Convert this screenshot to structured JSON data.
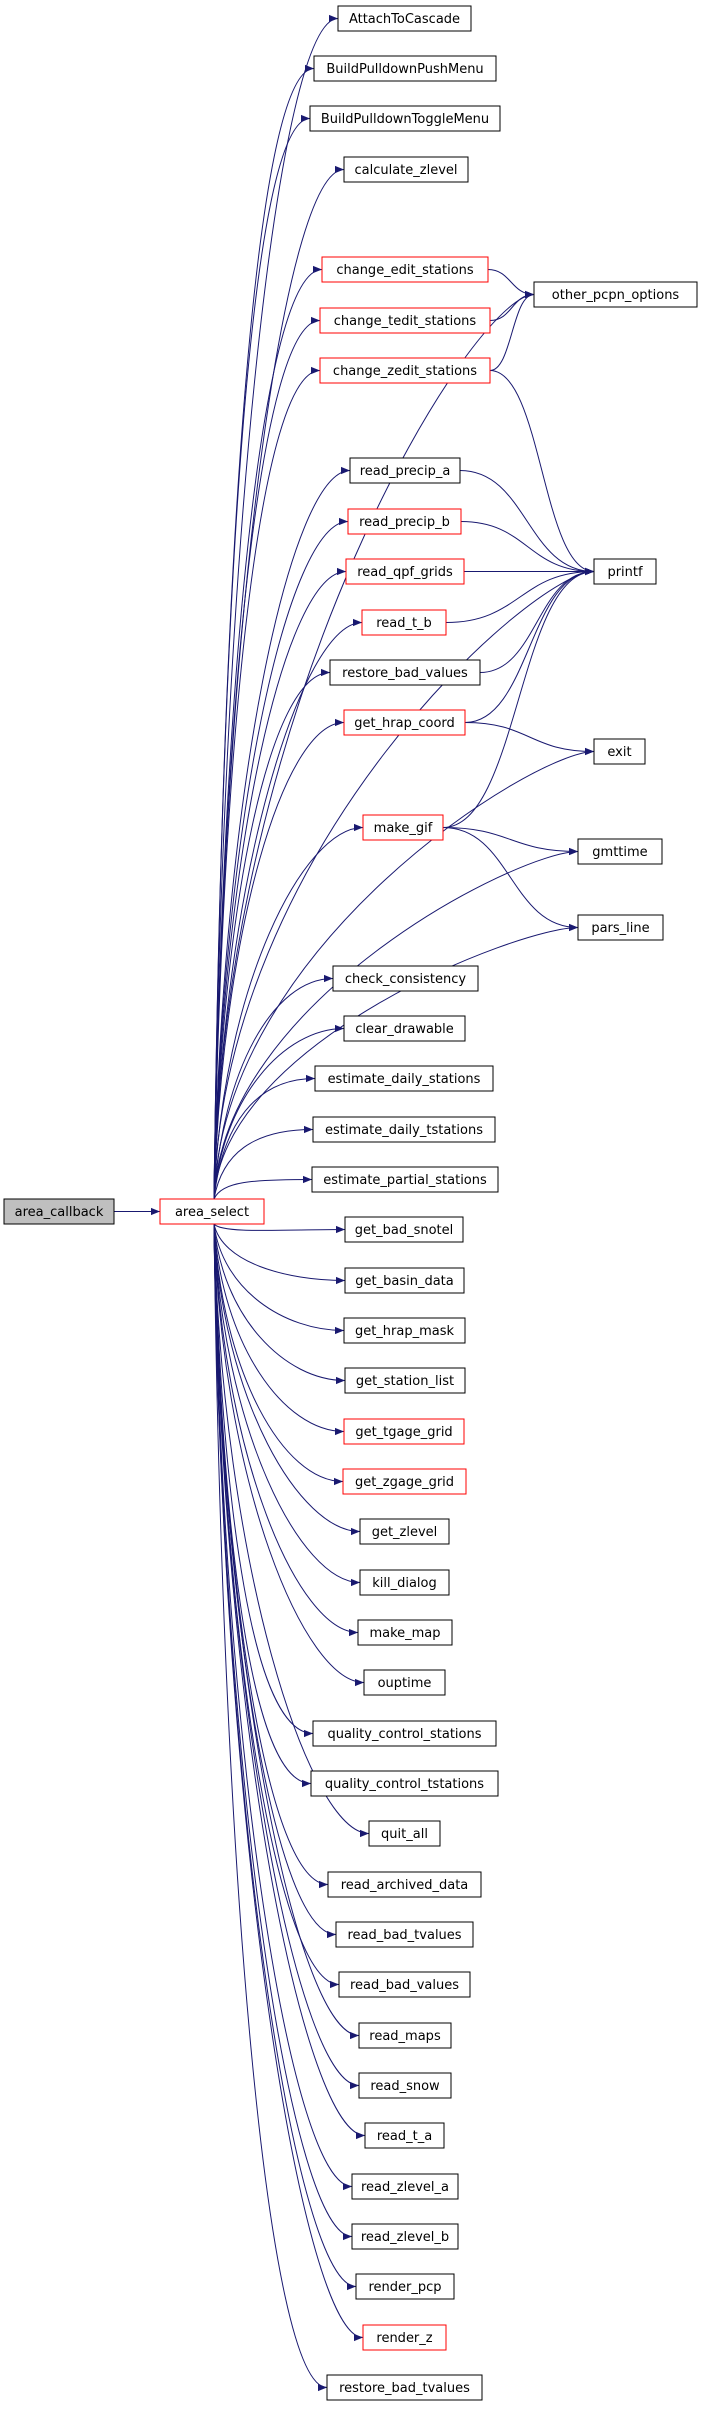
{
  "graph": {
    "colors": {
      "edge": "#191970",
      "node_border": "#000000",
      "incomplete_border": "#ff0000",
      "root_fill": "#bfbfbf"
    },
    "nodes": [
      {
        "id": "area_callback",
        "label": "area_callback",
        "style": "root"
      },
      {
        "id": "area_select",
        "label": "area_select",
        "style": "red"
      },
      {
        "id": "AttachToCascade",
        "label": "AttachToCascade",
        "style": "black"
      },
      {
        "id": "BuildPulldownPushMenu",
        "label": "BuildPulldownPushMenu",
        "style": "black"
      },
      {
        "id": "BuildPulldownToggleMenu",
        "label": "BuildPulldownToggleMenu",
        "style": "black"
      },
      {
        "id": "calculate_zlevel",
        "label": "calculate_zlevel",
        "style": "black"
      },
      {
        "id": "change_edit_stations",
        "label": "change_edit_stations",
        "style": "red"
      },
      {
        "id": "change_tedit_stations",
        "label": "change_tedit_stations",
        "style": "red"
      },
      {
        "id": "change_zedit_stations",
        "label": "change_zedit_stations",
        "style": "red"
      },
      {
        "id": "other_pcpn_options",
        "label": "other_pcpn_options",
        "style": "black"
      },
      {
        "id": "read_precip_a",
        "label": "read_precip_a",
        "style": "black"
      },
      {
        "id": "read_precip_b",
        "label": "read_precip_b",
        "style": "red"
      },
      {
        "id": "read_qpf_grids",
        "label": "read_qpf_grids",
        "style": "red"
      },
      {
        "id": "read_t_b",
        "label": "read_t_b",
        "style": "red"
      },
      {
        "id": "restore_bad_values",
        "label": "restore_bad_values",
        "style": "black"
      },
      {
        "id": "printf",
        "label": "printf",
        "style": "black"
      },
      {
        "id": "get_hrap_coord",
        "label": "get_hrap_coord",
        "style": "red"
      },
      {
        "id": "exit",
        "label": "exit",
        "style": "black"
      },
      {
        "id": "make_gif",
        "label": "make_gif",
        "style": "red"
      },
      {
        "id": "gmttime",
        "label": "gmttime",
        "style": "black"
      },
      {
        "id": "pars_line",
        "label": "pars_line",
        "style": "black"
      },
      {
        "id": "check_consistency",
        "label": "check_consistency",
        "style": "black"
      },
      {
        "id": "clear_drawable",
        "label": "clear_drawable",
        "style": "black"
      },
      {
        "id": "estimate_daily_stations",
        "label": "estimate_daily_stations",
        "style": "black"
      },
      {
        "id": "estimate_daily_tstations",
        "label": "estimate_daily_tstations",
        "style": "black"
      },
      {
        "id": "estimate_partial_stations",
        "label": "estimate_partial_stations",
        "style": "black"
      },
      {
        "id": "get_bad_snotel",
        "label": "get_bad_snotel",
        "style": "black"
      },
      {
        "id": "get_basin_data",
        "label": "get_basin_data",
        "style": "black"
      },
      {
        "id": "get_hrap_mask",
        "label": "get_hrap_mask",
        "style": "black"
      },
      {
        "id": "get_station_list",
        "label": "get_station_list",
        "style": "black"
      },
      {
        "id": "get_tgage_grid",
        "label": "get_tgage_grid",
        "style": "red"
      },
      {
        "id": "get_zgage_grid",
        "label": "get_zgage_grid",
        "style": "red"
      },
      {
        "id": "get_zlevel",
        "label": "get_zlevel",
        "style": "black"
      },
      {
        "id": "kill_dialog",
        "label": "kill_dialog",
        "style": "black"
      },
      {
        "id": "make_map",
        "label": "make_map",
        "style": "black"
      },
      {
        "id": "ouptime",
        "label": "ouptime",
        "style": "black"
      },
      {
        "id": "quality_control_stations",
        "label": "quality_control_stations",
        "style": "black"
      },
      {
        "id": "quality_control_tstations",
        "label": "quality_control_tstations",
        "style": "black"
      },
      {
        "id": "quit_all",
        "label": "quit_all",
        "style": "black"
      },
      {
        "id": "read_archived_data",
        "label": "read_archived_data",
        "style": "black"
      },
      {
        "id": "read_bad_tvalues",
        "label": "read_bad_tvalues",
        "style": "black"
      },
      {
        "id": "read_bad_values",
        "label": "read_bad_values",
        "style": "black"
      },
      {
        "id": "read_maps",
        "label": "read_maps",
        "style": "black"
      },
      {
        "id": "read_snow",
        "label": "read_snow",
        "style": "black"
      },
      {
        "id": "read_t_a",
        "label": "read_t_a",
        "style": "black"
      },
      {
        "id": "read_zlevel_a",
        "label": "read_zlevel_a",
        "style": "black"
      },
      {
        "id": "read_zlevel_b",
        "label": "read_zlevel_b",
        "style": "black"
      },
      {
        "id": "render_pcp",
        "label": "render_pcp",
        "style": "black"
      },
      {
        "id": "render_z",
        "label": "render_z",
        "style": "red"
      },
      {
        "id": "restore_bad_tvalues",
        "label": "restore_bad_tvalues",
        "style": "black"
      }
    ],
    "edges": [
      [
        "area_callback",
        "area_select"
      ],
      [
        "area_select",
        "AttachToCascade"
      ],
      [
        "area_select",
        "BuildPulldownPushMenu"
      ],
      [
        "area_select",
        "BuildPulldownToggleMenu"
      ],
      [
        "area_select",
        "calculate_zlevel"
      ],
      [
        "area_select",
        "other_pcpn_options"
      ],
      [
        "area_select",
        "change_edit_stations"
      ],
      [
        "area_select",
        "change_tedit_stations"
      ],
      [
        "area_select",
        "change_zedit_stations"
      ],
      [
        "area_select",
        "printf"
      ],
      [
        "area_select",
        "read_precip_a"
      ],
      [
        "area_select",
        "read_precip_b"
      ],
      [
        "area_select",
        "read_qpf_grids"
      ],
      [
        "area_select",
        "read_t_b"
      ],
      [
        "area_select",
        "restore_bad_values"
      ],
      [
        "area_select",
        "get_hrap_coord"
      ],
      [
        "area_select",
        "exit"
      ],
      [
        "area_select",
        "make_gif"
      ],
      [
        "area_select",
        "gmttime"
      ],
      [
        "area_select",
        "pars_line"
      ],
      [
        "area_select",
        "check_consistency"
      ],
      [
        "area_select",
        "clear_drawable"
      ],
      [
        "area_select",
        "estimate_daily_stations"
      ],
      [
        "area_select",
        "estimate_daily_tstations"
      ],
      [
        "area_select",
        "estimate_partial_stations"
      ],
      [
        "area_select",
        "get_bad_snotel"
      ],
      [
        "area_select",
        "get_basin_data"
      ],
      [
        "area_select",
        "get_hrap_mask"
      ],
      [
        "area_select",
        "get_station_list"
      ],
      [
        "area_select",
        "get_tgage_grid"
      ],
      [
        "area_select",
        "get_zgage_grid"
      ],
      [
        "area_select",
        "get_zlevel"
      ],
      [
        "area_select",
        "kill_dialog"
      ],
      [
        "area_select",
        "make_map"
      ],
      [
        "area_select",
        "ouptime"
      ],
      [
        "area_select",
        "quality_control_stations"
      ],
      [
        "area_select",
        "quality_control_tstations"
      ],
      [
        "area_select",
        "quit_all"
      ],
      [
        "area_select",
        "read_archived_data"
      ],
      [
        "area_select",
        "read_bad_tvalues"
      ],
      [
        "area_select",
        "read_bad_values"
      ],
      [
        "area_select",
        "read_maps"
      ],
      [
        "area_select",
        "read_snow"
      ],
      [
        "area_select",
        "read_t_a"
      ],
      [
        "area_select",
        "read_zlevel_a"
      ],
      [
        "area_select",
        "read_zlevel_b"
      ],
      [
        "area_select",
        "render_pcp"
      ],
      [
        "area_select",
        "render_z"
      ],
      [
        "area_select",
        "restore_bad_tvalues"
      ],
      [
        "change_edit_stations",
        "other_pcpn_options"
      ],
      [
        "change_tedit_stations",
        "other_pcpn_options"
      ],
      [
        "change_zedit_stations",
        "other_pcpn_options"
      ],
      [
        "change_zedit_stations",
        "printf"
      ],
      [
        "read_precip_a",
        "printf"
      ],
      [
        "read_precip_b",
        "printf"
      ],
      [
        "read_qpf_grids",
        "printf"
      ],
      [
        "read_t_b",
        "printf"
      ],
      [
        "restore_bad_values",
        "printf"
      ],
      [
        "get_hrap_coord",
        "printf"
      ],
      [
        "get_hrap_coord",
        "exit"
      ],
      [
        "make_gif",
        "printf"
      ],
      [
        "make_gif",
        "gmttime"
      ],
      [
        "make_gif",
        "pars_line"
      ]
    ]
  }
}
